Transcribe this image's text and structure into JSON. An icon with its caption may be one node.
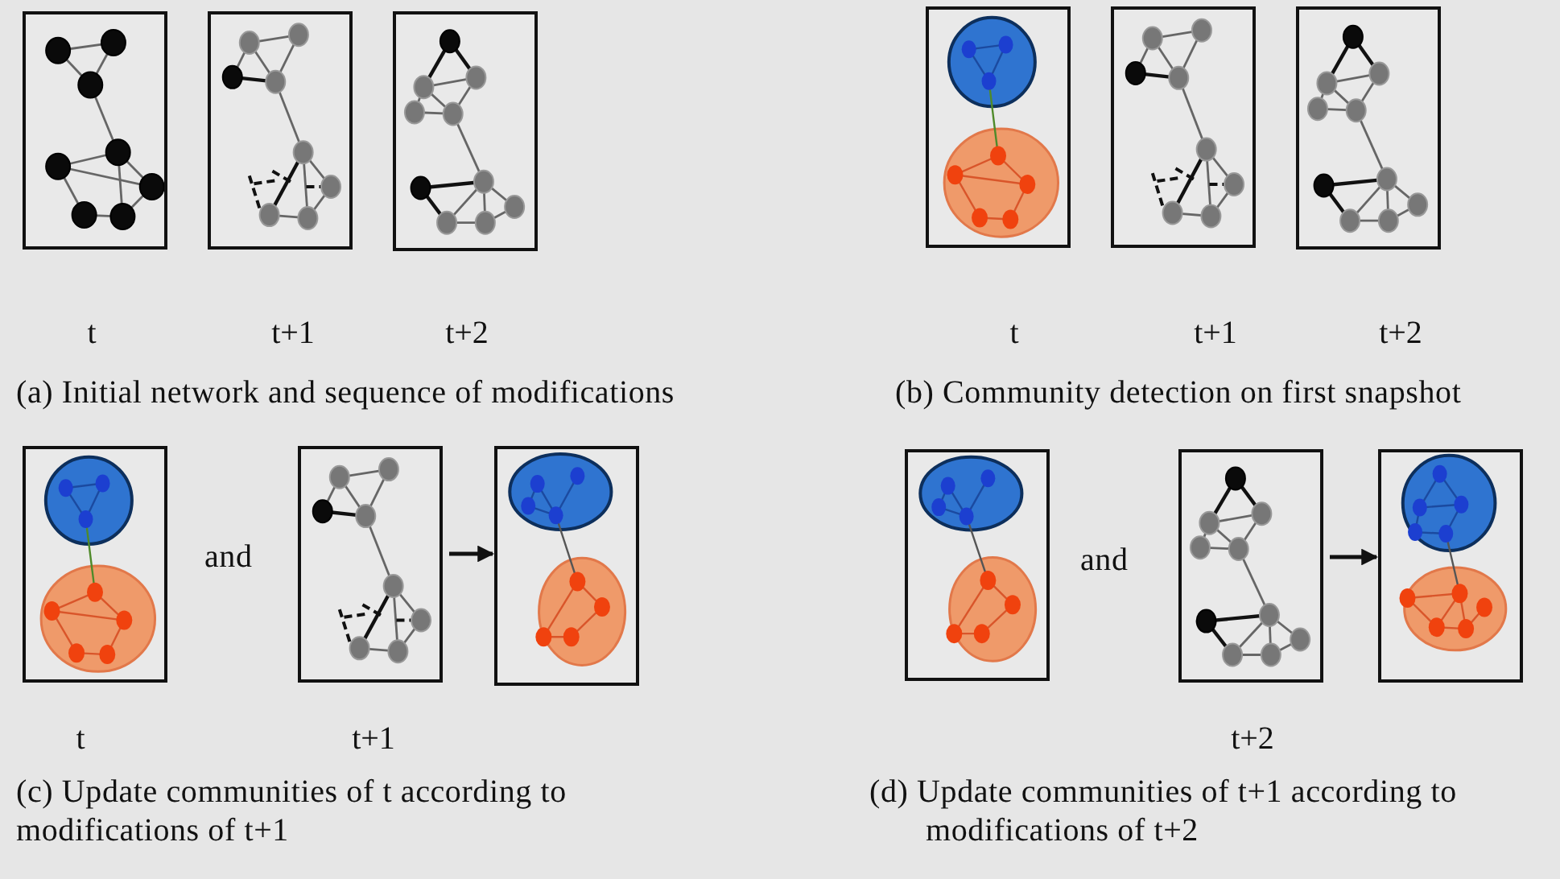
{
  "diagram": {
    "nodes": [
      {
        "text": [],
        "shape": "box",
        "beside": [
          "t"
        ]
      },
      {
        "text": [],
        "shape": "box",
        "beside": [
          "t+1"
        ]
      },
      {
        "text": [],
        "shape": "box",
        "beside": [
          "t+2"
        ]
      },
      {
        "text": [],
        "shape": "box",
        "beside": [
          "t"
        ]
      },
      {
        "text": [],
        "shape": "box",
        "beside": [
          "t+1"
        ]
      },
      {
        "text": [],
        "shape": "box",
        "beside": [
          "t+2"
        ]
      },
      {
        "text": [],
        "shape": "box",
        "beside": [
          "t"
        ]
      },
      {
        "text": [],
        "shape": "box",
        "beside": [
          "t+1"
        ]
      },
      {
        "text": [],
        "shape": "box"
      },
      {
        "text": [],
        "shape": "box"
      },
      {
        "text": [],
        "shape": "box",
        "beside": [
          "t+2"
        ]
      },
      {
        "text": [],
        "shape": "box"
      }
    ],
    "edges": [
      {
        "from": 7,
        "to": 8,
        "arrow": "to"
      },
      {
        "from": 10,
        "to": 11,
        "arrow": "to"
      }
    ],
    "labels": [
      "(a) Initial network and sequence of modifications",
      "(b) Community detection on first snapshot",
      "and",
      "and",
      "(c) Update communities of t according to modifications of t+1",
      "(d) Update communities of t+1 according to modifications of t+2"
    ]
  }
}
